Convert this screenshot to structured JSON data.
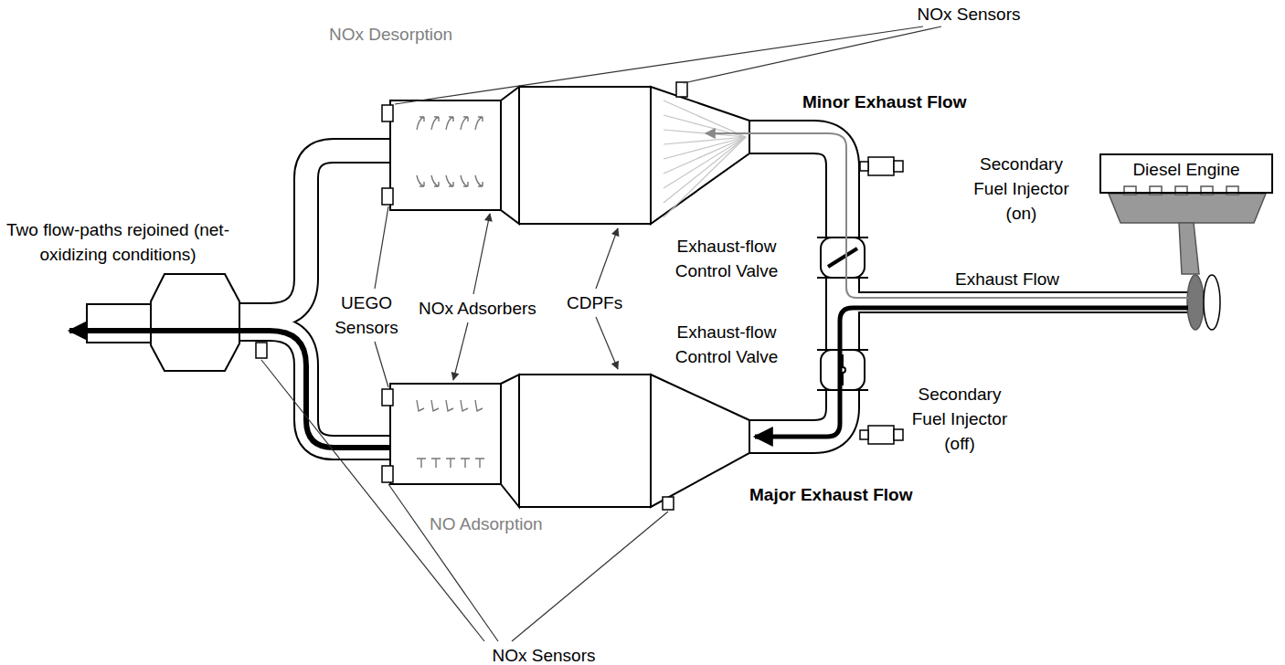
{
  "diagram": {
    "nodes": [
      {
        "text": [
          "Diesel Engine"
        ]
      }
    ],
    "labels": [
      "NOx Sensors",
      "NOx Desorption",
      "Minor Exhaust Flow",
      "Secondary Fuel Injector (on)",
      "Two flow-paths rejoined (net-oxidizing conditions)",
      "Exhaust-flow Control Valve",
      "UEGO Sensors",
      "NOx Adsorbers",
      "CDPFs",
      "Exhaust Flow",
      "Exhaust-flow Control Valve",
      "Secondary Fuel Injector (off)",
      "NO Adsorption",
      "Major Exhaust Flow",
      "NOx Sensors"
    ]
  }
}
